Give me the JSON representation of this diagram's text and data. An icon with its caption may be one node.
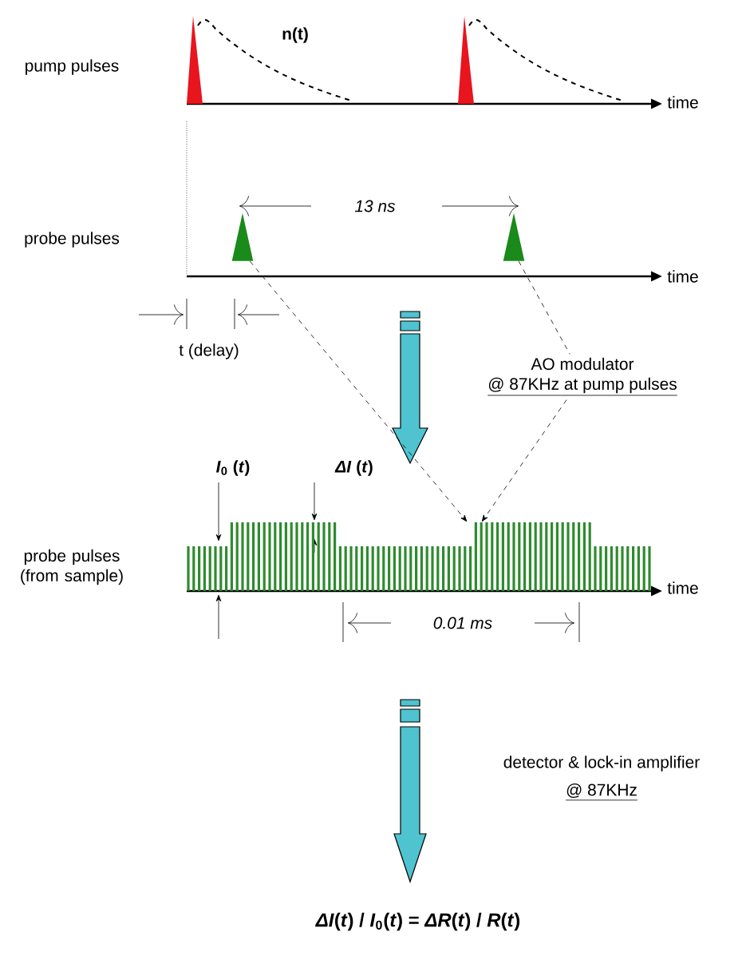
{
  "diagram": {
    "nodes": [
      {
        "text": [],
        "shape": "triangle"
      },
      {
        "text": [],
        "shape": "triangle"
      },
      {
        "text": [
          "AO modulator",
          "@ 87KHz at pump pulses"
        ]
      },
      {
        "text": [],
        "shape": "picture"
      }
    ],
    "edges": [
      {
        "from": 0,
        "to": 3,
        "arrow": "to",
        "style": "dashed"
      },
      {
        "from": 1,
        "to": 2,
        "arrow": "none",
        "style": "dashed"
      },
      {
        "from": 2,
        "to": 3,
        "arrow": "to",
        "style": "dashed"
      }
    ],
    "labels": [
      "n(t)",
      "pump pulses",
      "time",
      "13 ns",
      "probe pulses",
      "time",
      "t (delay)",
      "*I*$_{0}$ (*t*)",
      "*ΔI* (*t*)",
      "probe pulses (from sample)",
      "time",
      "0.01 ms",
      "detector & lock-in amplifier",
      "@ 87KHz",
      "*ΔI*(*t*) / *I*$_{0}$(*t*) = *ΔR*(*t*) / *R*(*t*)"
    ]
  }
}
